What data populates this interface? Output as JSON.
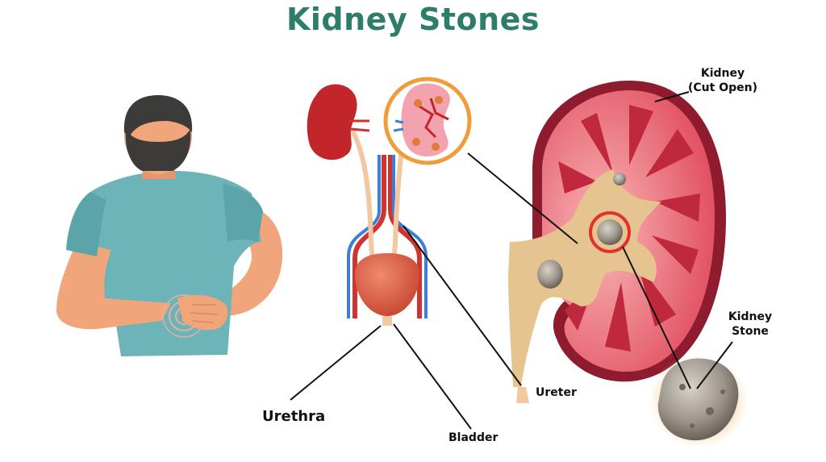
{
  "title": "Kidney Stones",
  "labels": {
    "kidney_line1": "Kidney",
    "kidney_line2": "(Cut Open)",
    "stone_line1": "Kidney",
    "stone_line2": "Stone",
    "ureter": "Ureter",
    "urethra": "Urethra",
    "bladder": "Bladder"
  },
  "colors": {
    "title": "#2e7d6b",
    "shirt": "#6cb4b8",
    "skin": "#f0a67a",
    "hair": "#3d3b39",
    "kidney_outer": "#8e1b2e",
    "kidney_tissue": "#e04a5e",
    "pelvis": "#e6c48f",
    "stone": "#9c948a",
    "highlight_ring": "#e23030",
    "magnifier_ring": "#ef9c3a",
    "artery": "#d2332f",
    "vein": "#3d7fd6",
    "leader_line": "#111111"
  }
}
